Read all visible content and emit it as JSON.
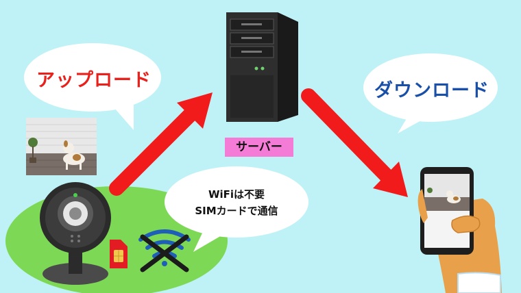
{
  "upload_label": "アップロード",
  "download_label": "ダウンロード",
  "server_label": "サーバー",
  "wifi_note": {
    "line1": "WiFiは不要",
    "line2": "SIMカードで通信"
  },
  "colors": {
    "background": "#bff2f6",
    "arrow": "#f21b1b",
    "upload_text": "#e8211c",
    "download_text": "#1a4fa8",
    "server_label_bg": "#f57cd6",
    "grass": "#7dd855"
  },
  "icons": [
    "server-icon",
    "webcam-icon",
    "sim-card-icon",
    "no-wifi-icon",
    "smartphone-icon",
    "dog-photo"
  ]
}
